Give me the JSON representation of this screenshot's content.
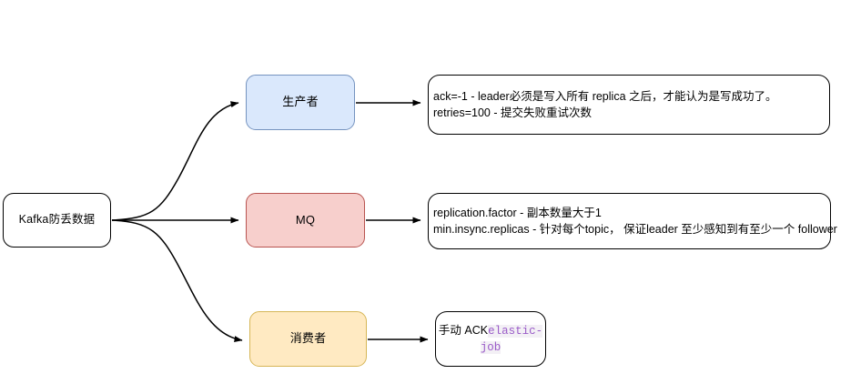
{
  "diagram": {
    "type": "flowchart",
    "title_node": "Kafka防丢数据",
    "root": {
      "label": "Kafka防丢数据",
      "fill": "#ffffff",
      "stroke": "#000000"
    },
    "branches": [
      {
        "name": "producer",
        "label": "生产者",
        "fill": "#dae8fc",
        "stroke": "#7593bf",
        "detail_lines": [
          "ack=-1 -  leader必须是写入所有 replica 之后，才能认为是写成功了。",
          "retries=100 - 提交失败重试次数"
        ]
      },
      {
        "name": "mq",
        "label": "MQ",
        "fill": "#f7cfcc",
        "stroke": "#b85450",
        "detail_lines": [
          "replication.factor - 副本数量大于1",
          "min.insync.replicas - 针对每个topic， 保证leader 至少感知到有至少一个 follower"
        ]
      },
      {
        "name": "consumer",
        "label": "消费者",
        "fill": "#ffeac2",
        "stroke": "#d6b656",
        "detail_plain_prefix": "手动 ACK",
        "detail_code": "elastic-job",
        "code_color": "#9a5bc8",
        "code_background": "#f3f0f5"
      }
    ],
    "edge_color": "#000000"
  }
}
